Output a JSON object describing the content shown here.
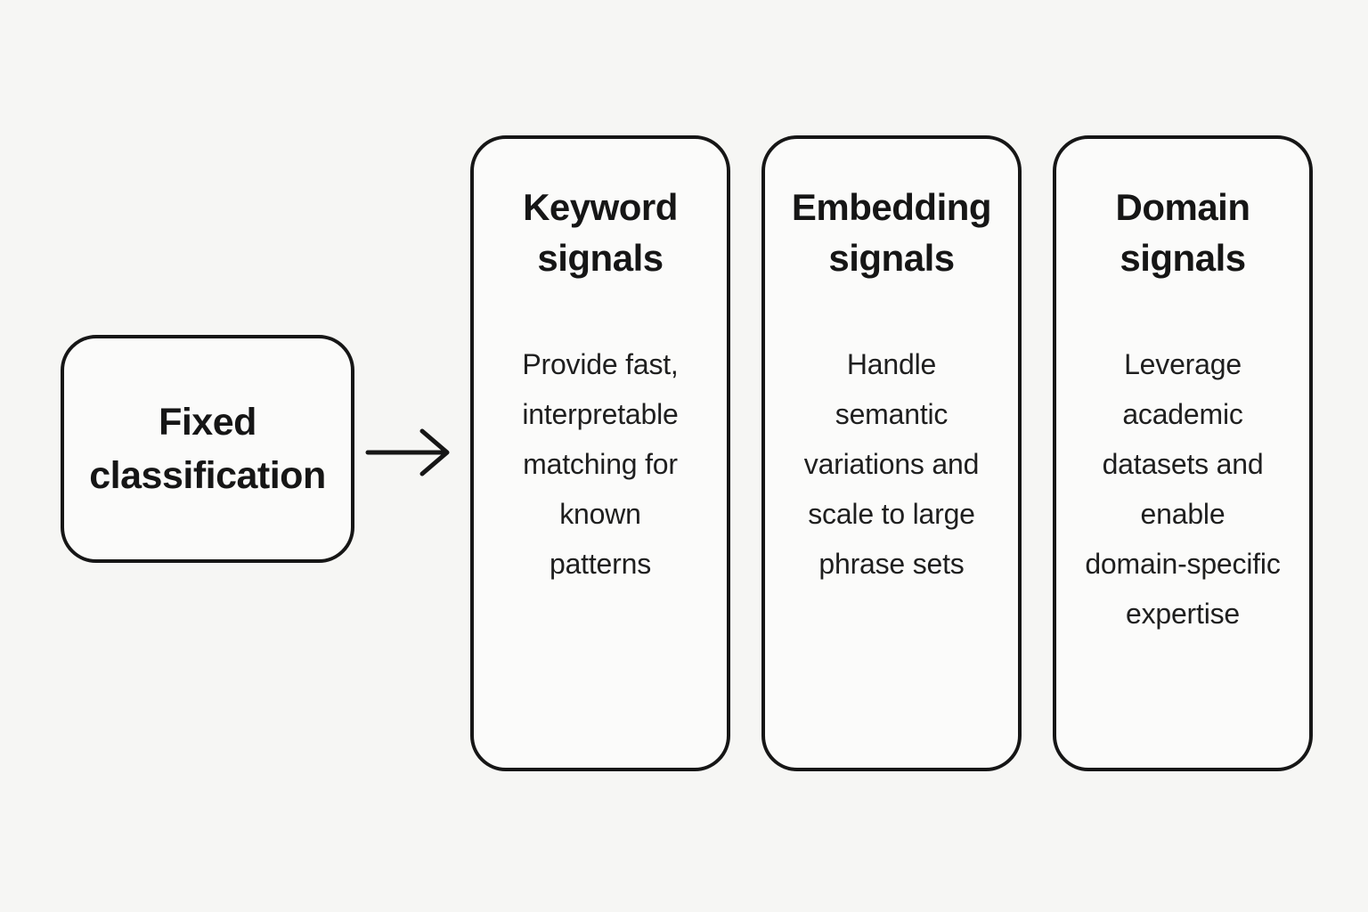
{
  "colors": {
    "background": "#f6f6f4",
    "box_fill": "#fbfbfa",
    "border": "#161616",
    "title_text": "#161616",
    "body_text": "#1f1f1f"
  },
  "source_box": {
    "label": "Fixed\nclassification"
  },
  "arrow": {
    "icon": "right-arrow"
  },
  "columns": [
    {
      "title": "Keyword\nsignals",
      "body": "Provide fast,\ninterpretable\nmatching for\nknown\npatterns"
    },
    {
      "title": "Embedding\nsignals",
      "body": "Handle\nsemantic\nvariations and\nscale to large\nphrase sets"
    },
    {
      "title": "Domain\nsignals",
      "body": "Leverage\nacademic\ndatasets and\nenable\ndomain-specific\nexpertise"
    }
  ]
}
